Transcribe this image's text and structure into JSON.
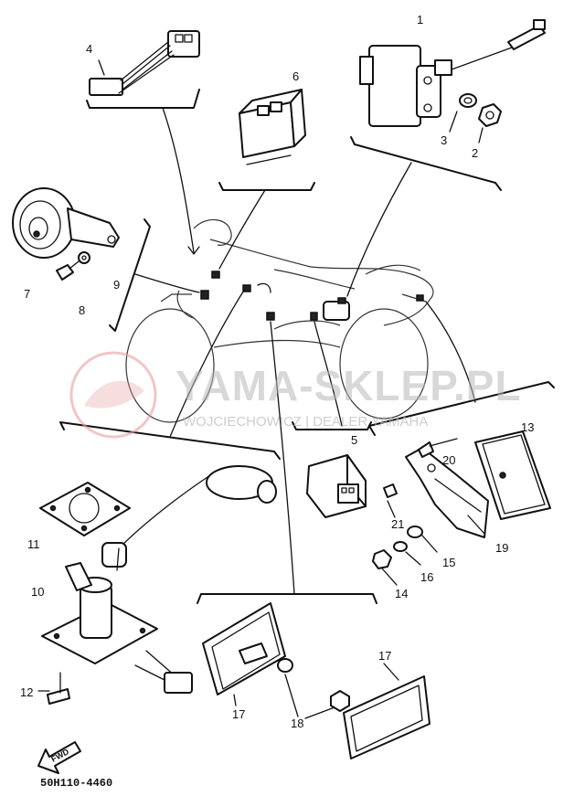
{
  "figure_code": "50H110-4460",
  "forward_label": "FWD",
  "watermark": {
    "main": "YAMA-SKLEP.PL",
    "sub": "WOJCIECHOWICZ | DEALER YAMAHA"
  },
  "callouts": {
    "c1": "1",
    "c2": "2",
    "c3": "3",
    "c4": "4",
    "c5": "5",
    "c6": "6",
    "c7": "7",
    "c8": "8",
    "c9": "9",
    "c10": "10",
    "c11": "11",
    "c12": "12",
    "c13": "13",
    "c14": "14",
    "c15": "15",
    "c16": "16",
    "c17a": "17",
    "c17b": "17",
    "c18": "18",
    "c19": "19",
    "c20": "20",
    "c21": "21"
  },
  "colors": {
    "line": "#111111",
    "watermark": "#b9b9b9",
    "watermark_logo": "#e8a0a0"
  }
}
